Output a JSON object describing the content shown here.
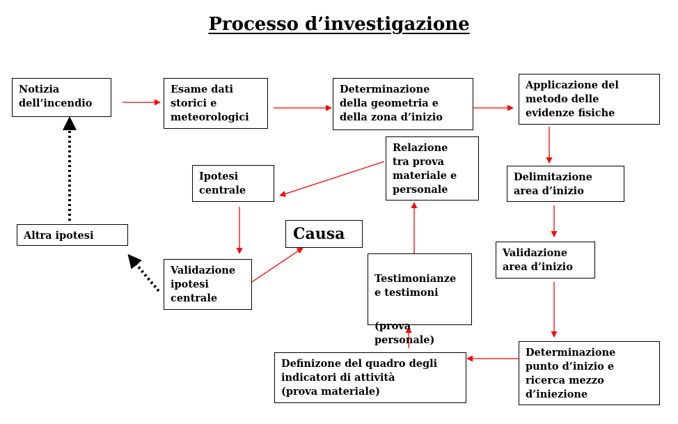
{
  "title": "Processo d’investigazione",
  "boxes": {
    "notizia": "Notizia\ndell’incendio",
    "esame": "Esame dati\nstorici e\nmeteorologici",
    "geometria": "Determinazione\ndella geometria e\ndella zona d’inizio",
    "applicazione": "Applicazione del\nmetodo delle\nevidenze fisiche",
    "relazione": "Relazione\ntra prova\nmateriale e\npersonale",
    "ipotesi_centrale": "Ipotesi\ncentrale",
    "delimitazione": "Delimitazione\narea d’inizio",
    "altra_ipotesi": "Altra ipotesi",
    "causa": "Causa",
    "validazione_area": "Validazione\narea d’inizio",
    "testimonianze": "Testimonianze\ne testimoni",
    "prova_personale": "(prova\npersonale)",
    "validazione_ipotesi": "Validazione\nipotesi\ncentrale",
    "definizione": "Definizone del quadro degli\nindicatori di attività\n(prova materiale)",
    "punto_inizio": "Determinazione\npunto d’inizio e\nricerca mezzo\nd’iniezione"
  },
  "colors": {
    "arrow": "#ff0000",
    "dotted": "#000000"
  }
}
